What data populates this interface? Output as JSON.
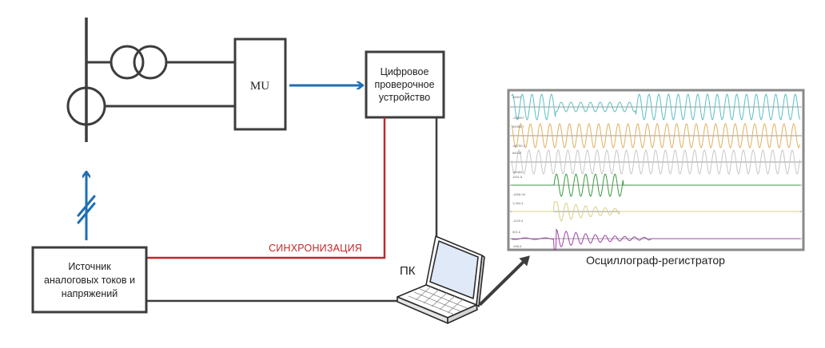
{
  "diagram": {
    "mu_block": {
      "label": "MU"
    },
    "test_device": {
      "lines": [
        "Цифровое",
        "проверочное",
        "устройство"
      ]
    },
    "analog_source": {
      "lines": [
        "Источник",
        "аналоговых токов и",
        "напряжений"
      ]
    },
    "sync_label": "СИНХРОНИЗАЦИЯ",
    "pc_label": "ПК",
    "oscillograph": {
      "caption": "Осциллограф-регистратор",
      "channels": [
        {
          "name": "channel-1",
          "color": "#5bbfc4",
          "top_label": "25651",
          "bottom_label": "-258057"
        },
        {
          "name": "channel-2",
          "color": "#e0b060",
          "top_label": "64956.7",
          "bottom_label": "-64750.2"
        },
        {
          "name": "channel-3",
          "color": "#c8c8c8",
          "top_label": "68230",
          "bottom_label": "-69365"
        },
        {
          "name": "channel-4",
          "color": "#3a9a40",
          "top_label": "1521.8",
          "bottom_label": "-1506.94"
        },
        {
          "name": "channel-5",
          "color": "#d8d080",
          "top_label": "1,254.4",
          "bottom_label": "-1129.3"
        },
        {
          "name": "channel-6",
          "color": "#a040a8",
          "top_label": "501.6",
          "bottom_label": "-498.6"
        }
      ]
    },
    "colors": {
      "line": "#3d3d3d",
      "signal_arrow": "#1f6fb2",
      "sync": "#c0282a"
    }
  }
}
